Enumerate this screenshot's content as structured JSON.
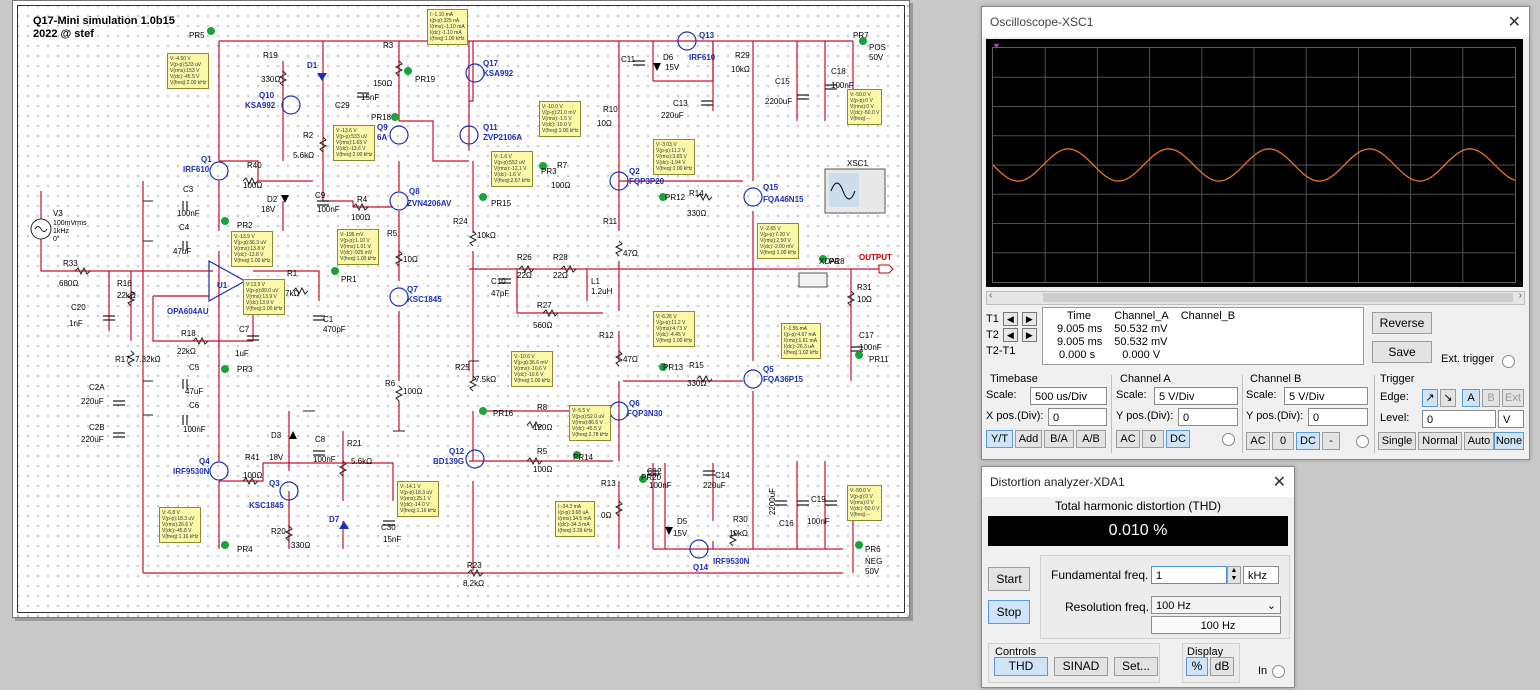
{
  "schematic": {
    "title_line1": "Q17-Mini simulation 1.0b15",
    "title_line2": "2022 @ stef",
    "labels": {
      "PR5": "PR5",
      "R19": "R19",
      "r19v": "330Ω",
      "D1": "D1",
      "R3": "R3",
      "r3v": "150Ω",
      "PR19": "PR19",
      "Q17": "Q17",
      "q17n": "KSA992",
      "C11": "C11",
      "D6": "D6",
      "d6n": "15V",
      "Q13": "Q13",
      "q13n": "IRF610",
      "R29": "R29",
      "r29v": "10kΩ",
      "PR7": "PR7",
      "pos": "POS",
      "pos50": "50V",
      "C15": "C15",
      "c15v": "2200uF",
      "C18": "C18",
      "c18v": "100nF",
      "Q10": "Q10",
      "q10n": "KSA992",
      "C29": "C29",
      "c29v": "15nF",
      "PR18": "PR18",
      "Q11": "Q11",
      "q11n": "ZVP2106A",
      "R10": "R10",
      "r10v": "10Ω",
      "C13": "C13",
      "c13v": "220uF",
      "R2": "R2",
      "r2v": "5.6kΩ",
      "Q9": "Q9",
      "q9n": "6A",
      "Q1": "Q1",
      "q1n": "IRF610",
      "R40": "R40",
      "r40v": "100Ω",
      "R7": "R7",
      "r7v": "100Ω",
      "PR3": "PR3",
      "Q2": "Q2",
      "q2n": "FQP3P20",
      "C3": "C3",
      "c3v": "100nF",
      "D2": "D2",
      "d2v": "18V",
      "C9": "C9",
      "c9v": "100nF",
      "R4": "R4",
      "r4v": "100Ω",
      "Q8": "Q8",
      "q8n": "ZVN4206AV",
      "PR15": "PR15",
      "PR12": "PR12",
      "R14": "R14",
      "r14v": "330Ω",
      "Q15": "Q15",
      "q15n": "FQA46N15",
      "XSC1": "XSC1",
      "V3": "V3",
      "v3a": "100mVrms",
      "v3b": "1kHz",
      "v3c": "0°",
      "C4": "C4",
      "c4v": "47uF",
      "PR2": "PR2",
      "R24": "R24",
      "r24v": "10kΩ",
      "R11": "R11",
      "r11v": "47Ω",
      "R33": "R33",
      "r33v": "680Ω",
      "R16": "R16",
      "r16v": "22kΩ",
      "U1": "U1",
      "u1n": "OPA604AU",
      "R1": "R1",
      "r1v": "7kΩ",
      "R5": "R5",
      "r5v": "10Ω",
      "R26": "R26",
      "r26v": "22Ω",
      "R28": "R28",
      "r28v": "22Ω",
      "L1": "L1",
      "l1v": "1.2uH",
      "XDA1": "XDA1",
      "PR8": "PR8",
      "output": "OUTPUT",
      "C10": "C10",
      "c10v": "47pF",
      "PR1": "PR1",
      "Q7": "Q7",
      "q7n": "KSC1845",
      "C20": "C20",
      "c20v": "1nF",
      "R27": "R27",
      "r27v": "560Ω",
      "R31": "R31",
      "r31v": "10Ω",
      "R18": "R18",
      "r18v": "22kΩ",
      "C7": "C7",
      "c7v": "1uF",
      "C1": "C1",
      "c1v": "470pF",
      "R12": "R12",
      "r12v": "47Ω",
      "C17": "C17",
      "c17v": "100nF",
      "PR11": "PR11",
      "R17": "R17",
      "r17v": "7.32kΩ",
      "C5": "C5",
      "c5v": "47uF",
      "PR3b": "PR3",
      "R25": "R25",
      "r25v": "7.5kΩ",
      "PR13": "PR13",
      "R15": "R15",
      "r15v": "330Ω",
      "Q5": "Q5",
      "q5n": "FQA36P15",
      "C2A": "C2A",
      "c2av": "220uF",
      "R6": "R6",
      "r6v": "100Ω",
      "C6": "C6",
      "c6v": "100nF",
      "PR16": "PR16",
      "R8": "R8",
      "r8v": "120Ω",
      "Q6": "Q6",
      "q6n": "FQP3N30",
      "C2B": "C2B",
      "c2bv": "220uF",
      "D3": "D3",
      "C8": "C8",
      "c8v": "100nF",
      "R21": "R21",
      "r21v": "5.6kΩ",
      "d3v": "18V",
      "Q12": "Q12",
      "q12n": "BD139G",
      "R5b": "R5",
      "r5bv": "100Ω",
      "PR14": "PR14",
      "C12": "C12",
      "c12v": "100nF",
      "C14": "C14",
      "c14v": "220uF",
      "Q4": "Q4",
      "q4n": "IRF9530N",
      "R41": "R41",
      "r41v": "100Ω",
      "Q3": "Q3",
      "q3n": "KSC1845",
      "PR20": "PR20",
      "R13": "R13",
      "r13v": "0Ω",
      "c16v": "2200uF",
      "C16": "C16",
      "C19": "C19",
      "c19v": "100nF",
      "D7": "D7",
      "C30": "C30",
      "c30v": "15nF",
      "R20": "R20",
      "r20v": "330Ω",
      "D5": "D5",
      "d5v": "15V",
      "R30": "R30",
      "r30v": "10kΩ",
      "Q14": "Q14",
      "q14n": "IRF9530N",
      "PR4": "PR4",
      "PR6": "PR6",
      "neg": "NEG",
      "neg50": "50V",
      "R23": "R23",
      "r23v": "8.2kΩ"
    },
    "probes": [
      "I:-1.10 mA\nI(p-p):325 nA\nI(rms):-1.10 mA\nI(dc):-1.10 mA\nI(freq):1.00 kHz",
      "V:-4.50 V\nV(p-p):533 uV\nV(rms):153 V\nV(dc):-45.5 V\nV(freq):2.00 kHz",
      "V:-13.6 V\nV(p-p):533 uV\nV(rms):1.65 V\nV(dc):-13.6 V\nV(freq):2.00 kHz",
      "V:-10.0 V\nV(p-p):21.0 mV\nV(rms):-1.5 V\nV(dc):-10.0 V\nV(freq):1.00 kHz",
      "V:-1.6 V\nV(p-p):552 uV\nV(rms):-12.1 V\nV(dc):-1.6 V\nV(freq):2.67 kHz",
      "V:-3.03 V\nV(p-p):11.2 V\nV(rms):3.65 V\nV(dc):-1.94 V\nV(freq):1.00 kHz",
      "V:-50.0 V\nV(p-p):0 V\nV(rms):0 V\nV(dc):-50.0 V\nV(freq):--",
      "V:-13.9 V\nV(p-p):36.3 uV\nV(rms):13.8 V\nV(dc):-13.8 V\nV(freq):1.00 kHz",
      "V:-196 mV\nV(p-p):1.10 V\nV(rms):1.01 V\nV(dc):-925 mV\nV(freq):1.00 kHz",
      "V:-2.65 V\nV(p-p):7.20 V\nV(rms):2.50 V\nV(dc):-2.00 mV\nV(freq):1.00 kHz",
      "V:13.9 V\nV(p-p):80.0 uV\nV(rms):13.9 V\nV(dc):13.9 V\nV(freq):1.00 kHz",
      "V:-6.26 V\nV(p-p):11.2 V\nV(rms):4.73 V\nV(dc):-4.45 V\nV(freq):1.00 kHz",
      "I:-1.55 mA\nI(p-p):4.67 mA\nI(rms):1.61 mA\nI(dc):-26.3 uA\nI(freq):1.02 kHz",
      "V:-10.6 V\nV(p-p):36.6 mV\nV(rms):-10.6 V\nV(dc):-10.6 V\nV(freq):1.00 kHz",
      "V:-5.5 V\nV(p-p):52.0 uV\nV(rms):86.6 V\nV(dc):-45.5 V\nV(freq):2.78 kHz",
      "V:-14.1 V\nV(p-p):18.3 uV\nV(rms):25.1 V\nV(dc):-14.0 V\nV(freq):1.16 kHz",
      "V:-6.8 V\nV(p-p):18.3 uV\nV(rms):26.6 V\nV(dc):-45.8 V\nV(freq):1.16 kHz",
      "I:-34.3 mA\nI(p-p):3.68 uA\nI(rms):34.5 mA\nI(dc):-34.3 mA\nI(freq):3.39 kHz",
      "V:-50.0 V\nV(p-p):0 V\nV(rms):0 V\nV(dc):-50.0 V\nV(freq):--"
    ]
  },
  "oscilloscope": {
    "title": "Oscilloscope-XSC1",
    "trace_color": "#e8732a",
    "chart_data": {
      "type": "line",
      "series": [
        {
          "values_description_free": true,
          "amplitude_div": 0.55,
          "cycles": 5.2
        }
      ],
      "grid": true,
      "divisions_x": 10,
      "divisions_y": 8
    },
    "measurements": {
      "t1_label": "T1",
      "t2_label": "T2",
      "t2t1_label": "T2-T1",
      "headers": [
        "Time",
        "Channel_A",
        "Channel_B"
      ],
      "rows": [
        [
          "9.005 ms",
          "50.532 mV",
          ""
        ],
        [
          "9.005 ms",
          "50.532 mV",
          ""
        ],
        [
          "0.000 s",
          "0.000 V",
          ""
        ]
      ]
    },
    "reverse_label": "Reverse",
    "save_label": "Save",
    "ext_trigger_label": "Ext. trigger",
    "timebase": {
      "title": "Timebase",
      "scale_label": "Scale:",
      "scale_value": "500 us/Div",
      "xpos_label": "X pos.(Div):",
      "xpos_value": "0",
      "buttons": [
        "Y/T",
        "Add",
        "B/A",
        "A/B"
      ]
    },
    "channel_a": {
      "title": "Channel A",
      "scale_label": "Scale:",
      "scale_value": "5  V/Div",
      "ypos_label": "Y pos.(Div):",
      "ypos_value": "0",
      "buttons": [
        "AC",
        "0",
        "DC"
      ]
    },
    "channel_b": {
      "title": "Channel B",
      "scale_label": "Scale:",
      "scale_value": "5  V/Div",
      "ypos_label": "Y pos.(Div):",
      "ypos_value": "0",
      "buttons": [
        "AC",
        "0",
        "DC",
        "-"
      ]
    },
    "trigger": {
      "title": "Trigger",
      "edge_label": "Edge:",
      "level_label": "Level:",
      "level_value": "0",
      "level_unit": "V",
      "src_a": "A",
      "src_b": "B",
      "src_ext": "Ext",
      "buttons": [
        "Single",
        "Normal",
        "Auto",
        "None"
      ]
    }
  },
  "distortion": {
    "title": "Distortion analyzer-XDA1",
    "thd_title": "Total harmonic distortion (THD)",
    "thd_value": "0.010 %",
    "start_label": "Start",
    "stop_label": "Stop",
    "fund_label": "Fundamental freq.",
    "fund_value": "1",
    "fund_unit": "kHz",
    "res_label": "Resolution freq.",
    "res_value": "100 Hz",
    "res_readout": "100 Hz",
    "controls_title": "Controls",
    "display_title": "Display",
    "thd_btn": "THD",
    "sinad_btn": "SINAD",
    "set_btn": "Set...",
    "pct_btn": "%",
    "db_btn": "dB",
    "in_label": "In"
  }
}
